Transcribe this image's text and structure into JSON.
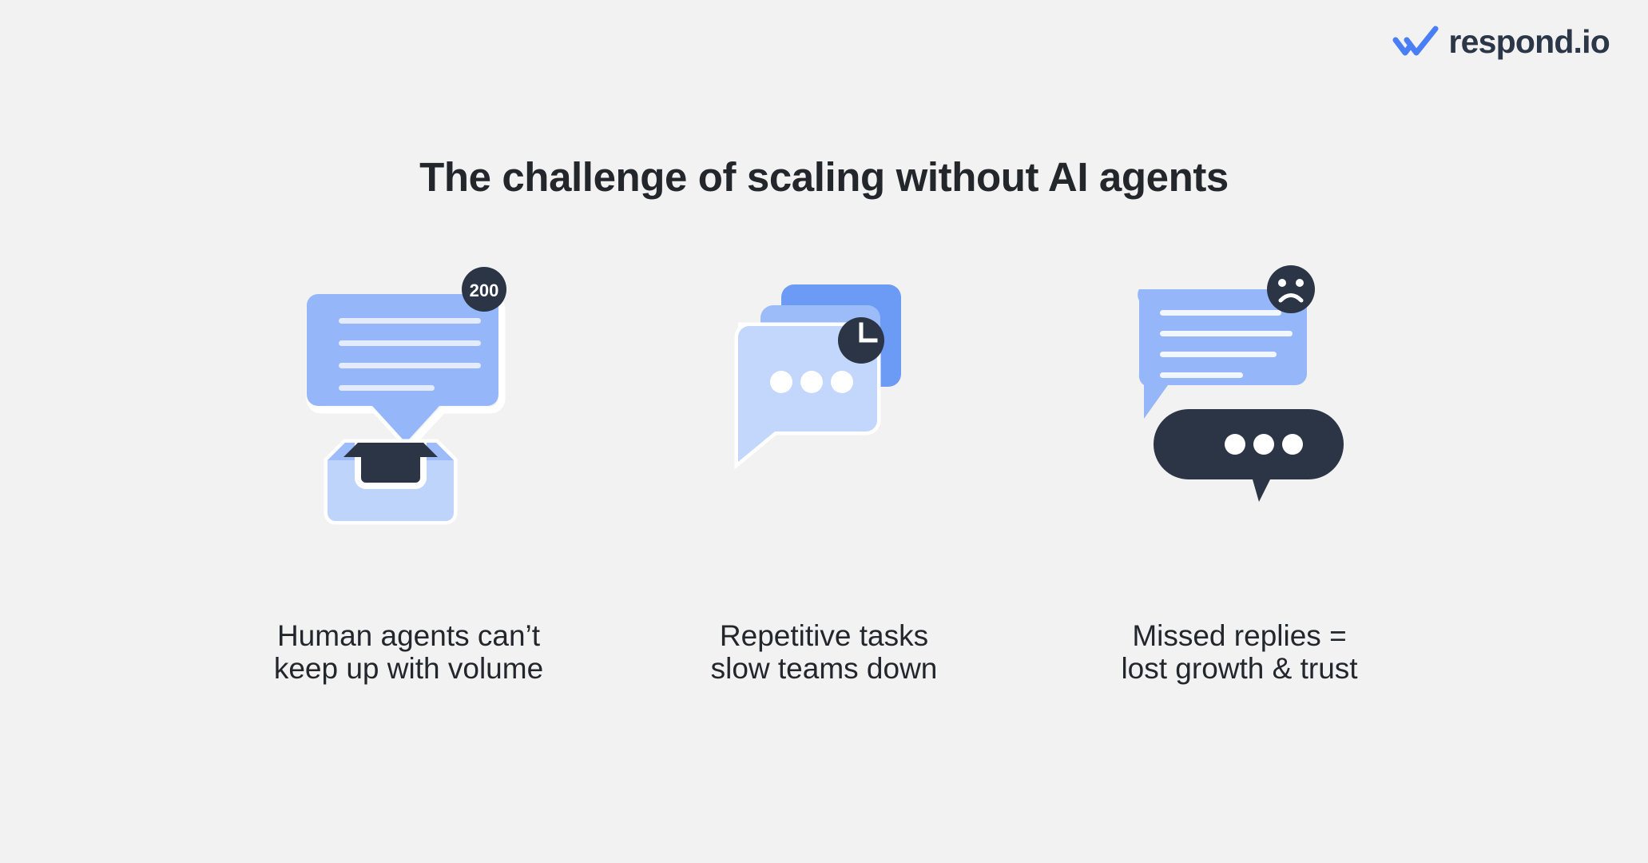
{
  "brand": {
    "logo_text": "respond.io",
    "logo_icon": "double-check-icon",
    "accent_color": "#4a7ef5",
    "dark_color": "#2b3648"
  },
  "page": {
    "background_color": "#f2f2f2",
    "title": "The challenge of scaling without AI agents"
  },
  "colors": {
    "bubble_blue": "#95b7f9",
    "bubble_blue_light": "#c3d6fb",
    "bubble_blue_mid": "#9bbcf8",
    "bubble_blue_dark": "#6c9bf5",
    "bubble_dark": "#2b3545",
    "line_white": "#e8eefb",
    "white": "#ffffff"
  },
  "columns": [
    {
      "id": "volume",
      "illustration": "speech-bubble-with-inbox-tray",
      "badge": {
        "type": "count-badge",
        "value": "200"
      },
      "caption_line1": "Human agents can’t",
      "caption_line2": "keep up with volume",
      "caption": "Human agents can’t\nkeep up with volume"
    },
    {
      "id": "repetitive",
      "illustration": "stacked-chat-bubbles",
      "badge": {
        "type": "clock-badge",
        "value": ""
      },
      "caption_line1": "Repetitive tasks",
      "caption_line2": "slow teams down",
      "caption": "Repetitive tasks\nslow teams down"
    },
    {
      "id": "missed",
      "illustration": "blue-bubble-with-dark-reply-bubble",
      "badge": {
        "type": "sad-face-badge",
        "value": ""
      },
      "caption_line1": "Missed replies =",
      "caption_line2": "lost growth & trust",
      "caption": "Missed replies =\nlost growth & trust"
    }
  ]
}
